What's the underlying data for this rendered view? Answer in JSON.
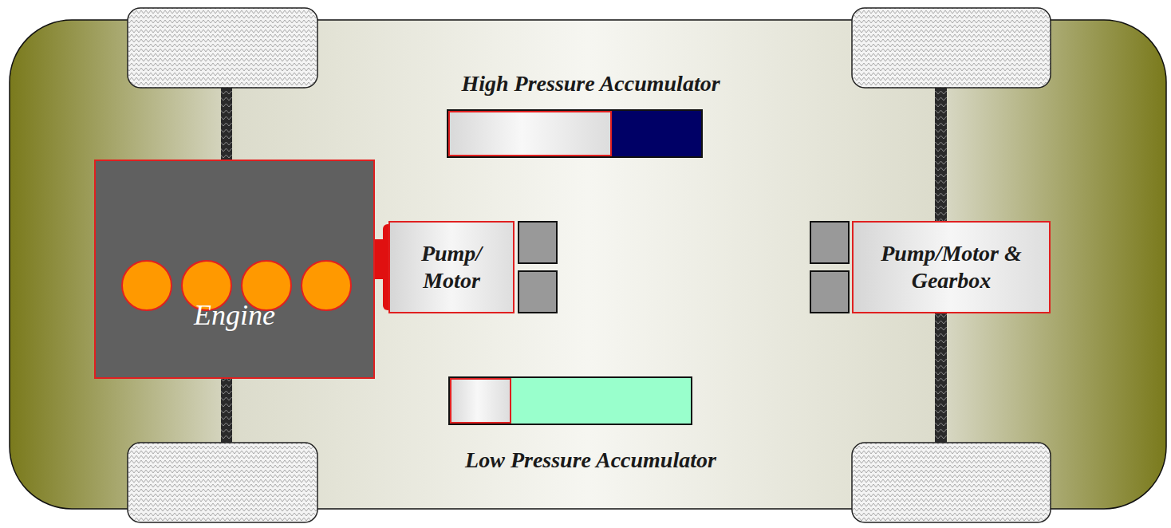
{
  "diagram": {
    "nodes": [
      {
        "text": [
          "High Pressure Accumulator"
        ]
      },
      {
        "text": [
          "Engine"
        ]
      },
      {
        "text": [
          "Pump/ Motor"
        ]
      },
      {
        "text": [
          "Pump/Motor & Gearbox"
        ]
      },
      {
        "text": [
          "Low Pressure Accumulator"
        ]
      }
    ]
  }
}
